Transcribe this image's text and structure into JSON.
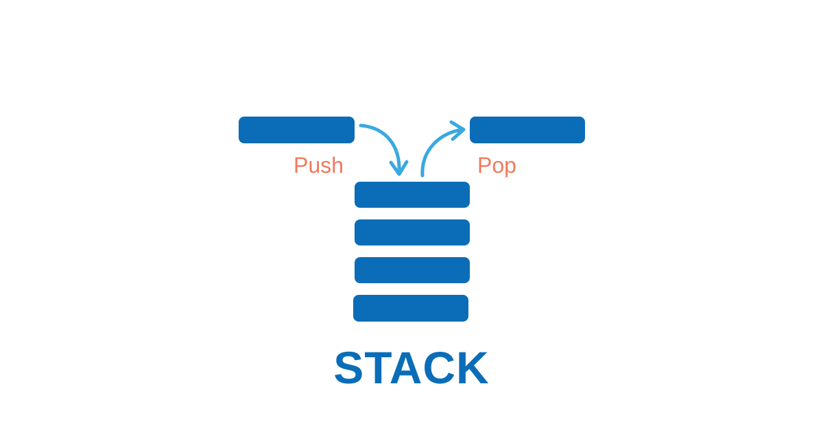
{
  "title": "STACK",
  "labels": {
    "push": "Push",
    "pop": "Pop"
  },
  "colors": {
    "block": "#0B6DB7",
    "arrow": "#39A9DF",
    "label": "#F07A5C",
    "title": "#0B6DB7",
    "background": "#FFFFFF"
  },
  "stack": {
    "item_count": 4
  }
}
